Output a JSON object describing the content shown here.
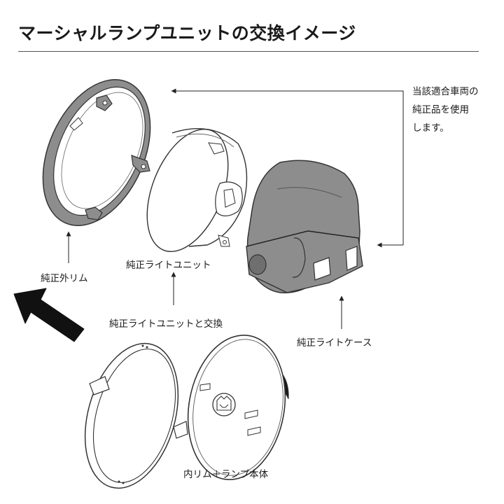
{
  "title": "マーシャルランプユニットの交換イメージ",
  "labels": {
    "outer_rim": "純正外リム",
    "light_unit": "純正ライトユニット",
    "swap": "純正ライトユニットと交換",
    "light_case": "純正ライトケース",
    "inner_assembly": "内リム＋ランプ本体"
  },
  "note": {
    "line1": "当該適合車両の",
    "line2": "純正品を使用",
    "line3": "します。"
  }
}
